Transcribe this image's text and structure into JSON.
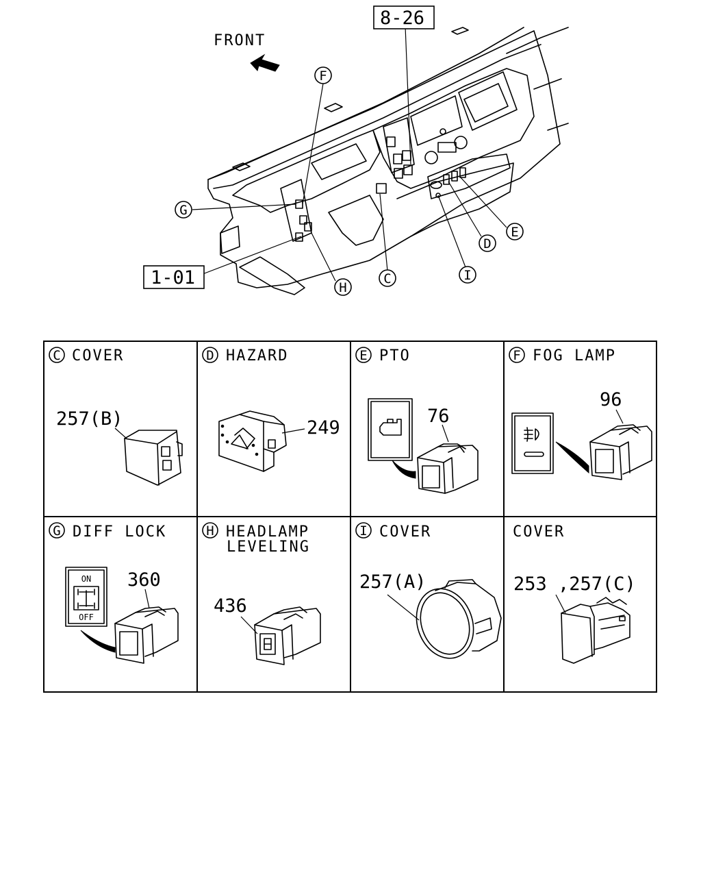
{
  "overview": {
    "direction_label": "FRONT",
    "ref_top": "8-26",
    "ref_left": "1-01",
    "callouts": {
      "c": "C",
      "d": "D",
      "e": "E",
      "f": "F",
      "g": "G",
      "h": "H",
      "i": "I"
    }
  },
  "panels": [
    {
      "letter": "C",
      "title": "COVER",
      "parts": [
        "257(B)"
      ]
    },
    {
      "letter": "D",
      "title": "HAZARD",
      "parts": [
        "249"
      ]
    },
    {
      "letter": "E",
      "title": "PTO",
      "parts": [
        "76"
      ]
    },
    {
      "letter": "F",
      "title": "FOG LAMP",
      "parts": [
        "96"
      ]
    },
    {
      "letter": "G",
      "title": "DIFF LOCK",
      "parts": [
        "360"
      ],
      "switch_labels": [
        "ON",
        "OFF"
      ]
    },
    {
      "letter": "H",
      "title": "HEADLAMP",
      "title_line2": "LEVELING",
      "parts": [
        "436"
      ]
    },
    {
      "letter": "I",
      "title": "COVER",
      "parts": [
        "257(A)"
      ]
    },
    {
      "letter": "",
      "title": "COVER",
      "parts": [
        "253 ,257(C)"
      ]
    }
  ]
}
